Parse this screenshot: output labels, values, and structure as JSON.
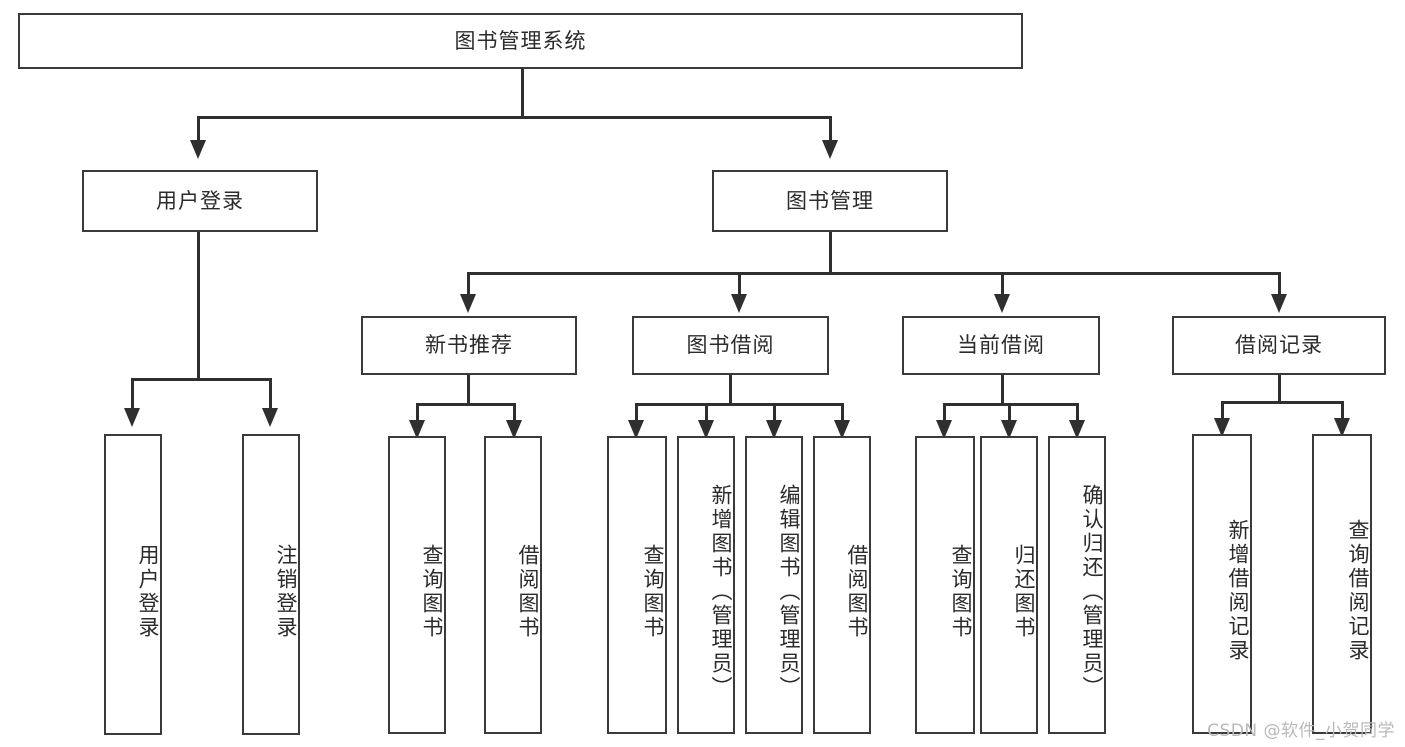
{
  "diagram": {
    "type": "tree-hierarchy-diagram",
    "title": "图书管理系统",
    "orientation": "top-down",
    "colors": {
      "box_border": "#3a3a3a",
      "box_fill": "#ffffff",
      "edge": "#2f2f2f",
      "text": "#2b2b2b",
      "watermark": "#b9b9b9",
      "background": "#ffffff"
    },
    "nodes": {
      "root": {
        "label": "图书管理系统",
        "level": 1
      },
      "level2": [
        {
          "id": "user-login",
          "label": "用户登录"
        },
        {
          "id": "book-management",
          "label": "图书管理"
        }
      ],
      "level3": [
        {
          "id": "new-book-recommend",
          "label": "新书推荐",
          "parent": "book-management"
        },
        {
          "id": "book-borrow",
          "label": "图书借阅",
          "parent": "book-management"
        },
        {
          "id": "current-borrow",
          "label": "当前借阅",
          "parent": "book-management"
        },
        {
          "id": "borrow-record",
          "label": "借阅记录",
          "parent": "book-management"
        }
      ],
      "leaves": {
        "user_login": [
          {
            "id": "leaf-user-login",
            "label": "用户登录"
          },
          {
            "id": "leaf-user-logout",
            "label": "注销登录"
          }
        ],
        "new_book_recommend": [
          {
            "id": "leaf-query-book-1",
            "label": "查询图书"
          },
          {
            "id": "leaf-borrow-book-1",
            "label": "借阅图书"
          }
        ],
        "book_borrow": [
          {
            "id": "leaf-query-book-2",
            "label": "查询图书"
          },
          {
            "id": "leaf-add-book",
            "label": "新增图书（管理员）"
          },
          {
            "id": "leaf-edit-book",
            "label": "编辑图书（管理员）"
          },
          {
            "id": "leaf-borrow-book-2",
            "label": "借阅图书"
          }
        ],
        "current_borrow": [
          {
            "id": "leaf-query-book-3",
            "label": "查询图书"
          },
          {
            "id": "leaf-return-book",
            "label": "归还图书"
          },
          {
            "id": "leaf-confirm-return",
            "label": "确认归还（管理员）"
          }
        ],
        "borrow_record": [
          {
            "id": "leaf-add-borrow-record",
            "label": "新增借阅记录"
          },
          {
            "id": "leaf-query-borrow-record",
            "label": "查询借阅记录"
          }
        ]
      }
    },
    "watermark": "CSDN @软件_小贺同学"
  }
}
